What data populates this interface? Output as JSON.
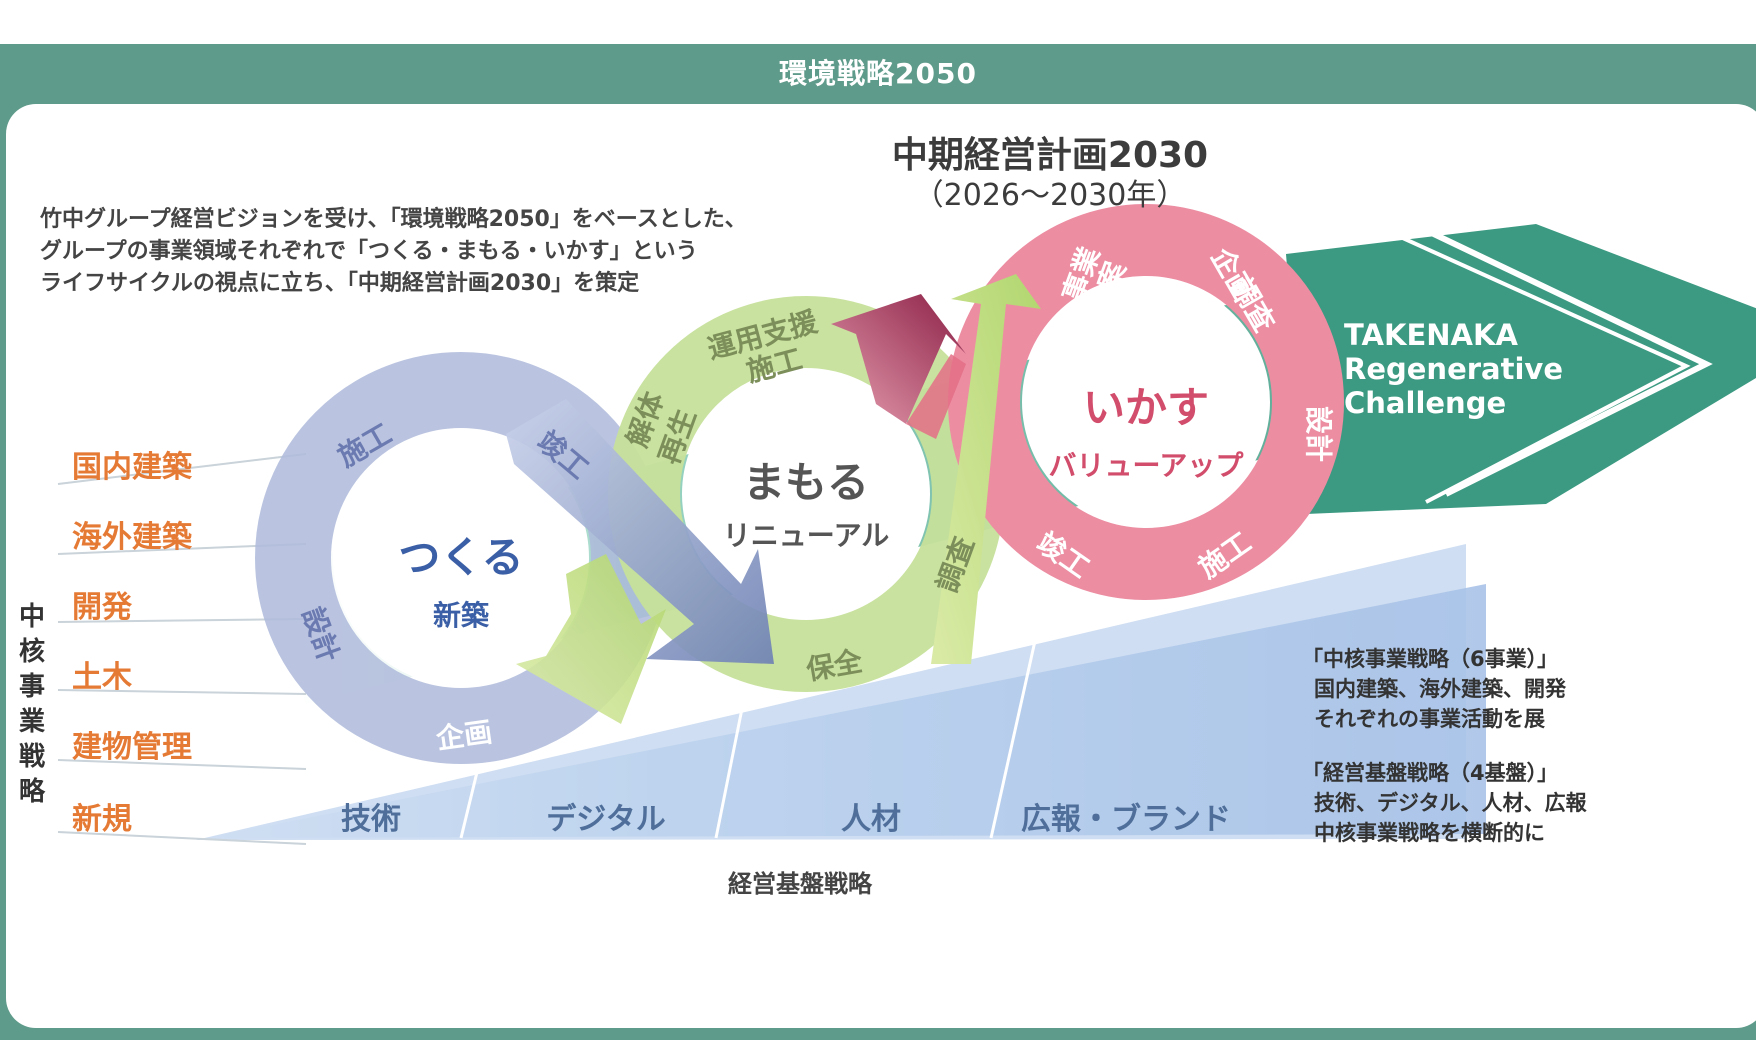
{
  "banner": "環境戦略2050",
  "plan": {
    "title": "中期経営計画2030",
    "period": "（2026〜2030年）"
  },
  "intro": [
    "竹中グループ経営ビジョンを受け、「環境戦略2050」をベースとした、",
    "グループの事業領域それぞれで「つくる・まもる・いかす」という",
    "ライフサイクルの視点に立ち、「中期経営計画2030」を策定"
  ],
  "core_label": [
    "中",
    "核",
    "事",
    "業",
    "戦",
    "略"
  ],
  "core_businesses": [
    "国内建築",
    "海外建築",
    "開発",
    "土木",
    "建物管理",
    "新規"
  ],
  "foundations": [
    "技術",
    "デジタル",
    "人材",
    "広報・ブランド"
  ],
  "foundations_caption": "経営基盤戦略",
  "cycles": {
    "tsukuru": {
      "title": "つくる",
      "sub": "新築",
      "segments": [
        "施工",
        "竣工",
        "設計",
        "企画"
      ]
    },
    "mamoru": {
      "title": "まもる",
      "sub": "リニューアル",
      "segments": [
        "運用支援",
        "施工",
        "解体",
        "再生",
        "調査",
        "保全"
      ]
    },
    "ikasu": {
      "title": "いかす",
      "sub": "バリューアップ",
      "segments": [
        "事業",
        "提案",
        "企画",
        "調査",
        "設計",
        "施工",
        "竣工"
      ]
    }
  },
  "challenge": [
    "TAKENAKA",
    "Regenerative",
    "Challenge"
  ],
  "notes": {
    "core": [
      "「中核事業戦略（6事業）」",
      "国内建築、海外建築、開発",
      "それぞれの事業活動を展"
    ],
    "base": [
      "「経営基盤戦略（4基盤）」",
      "技術、デジタル、人材、広報",
      "中核事業戦略を横断的に"
    ]
  },
  "colors": {
    "frame": "#5f9b8a",
    "teal": "#3c9a82",
    "tsukuru": "#8f9fc8",
    "mamoru": "#b6d67e",
    "ikasu": "#e46f86",
    "orange": "#e57a35",
    "base_blue": "#a8c2e8"
  }
}
